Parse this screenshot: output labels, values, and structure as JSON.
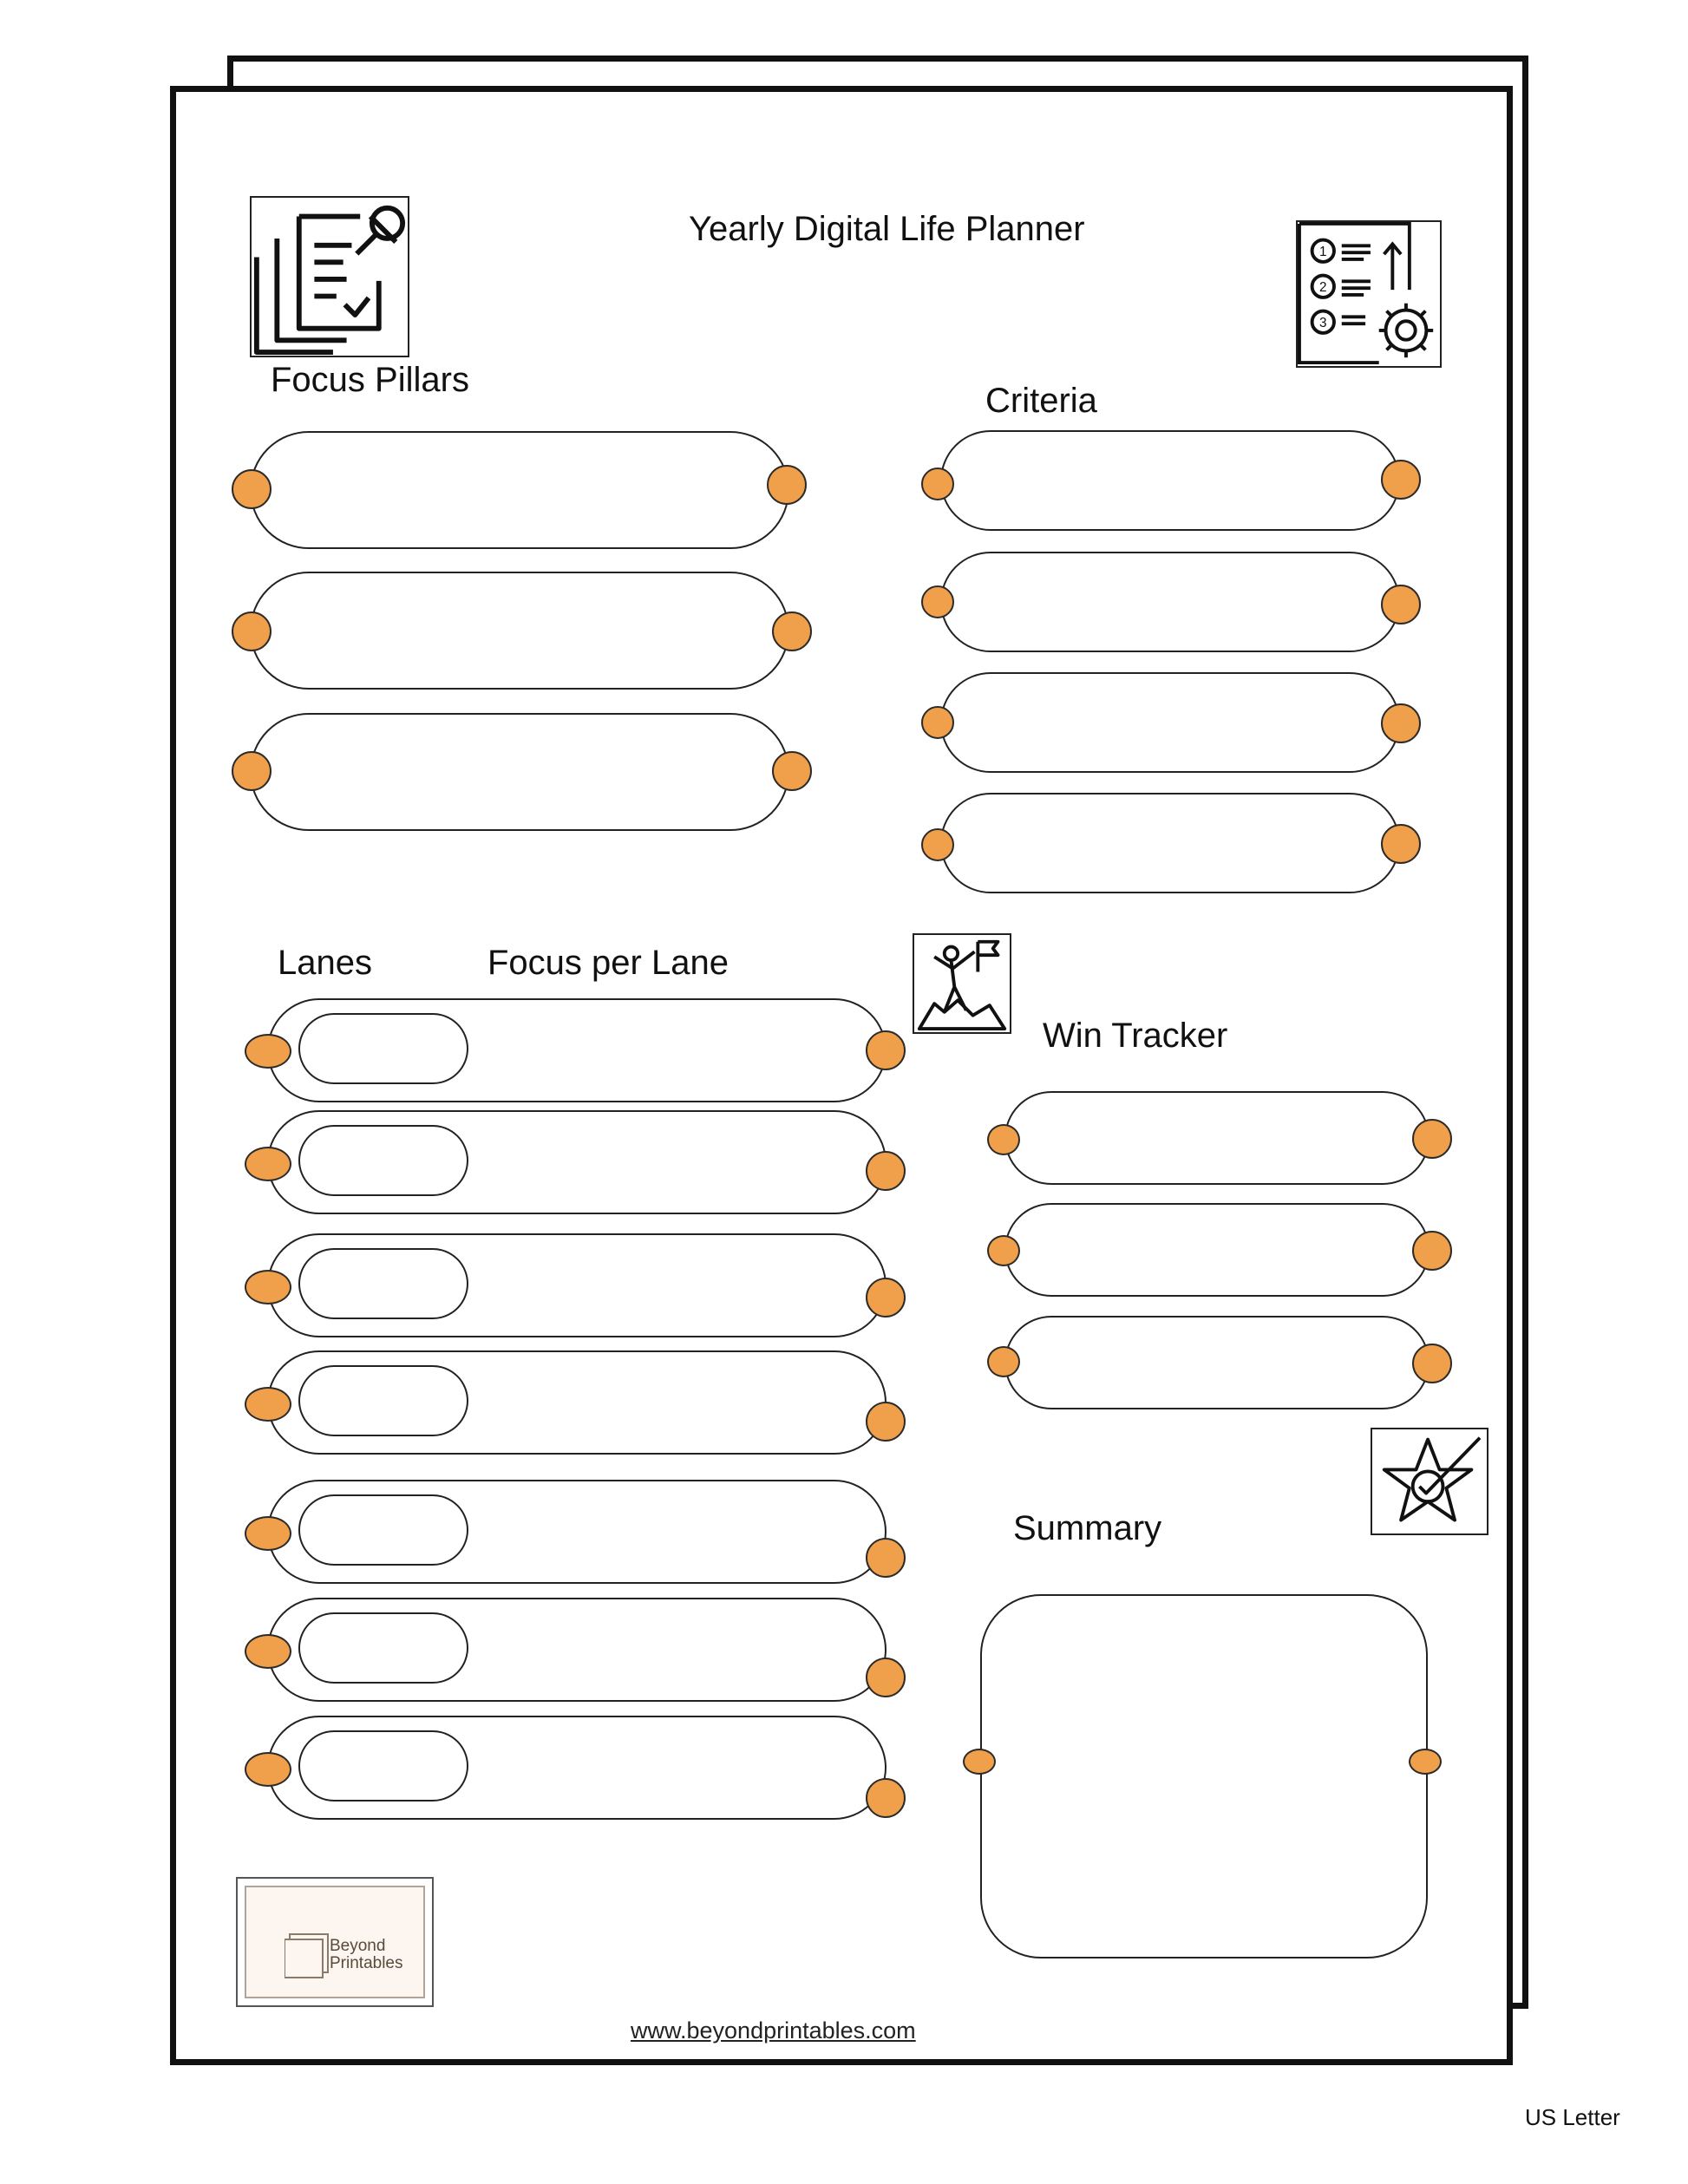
{
  "title": "Yearly Digital Life Planner",
  "sections": {
    "focus_pillars": "Focus Pillars",
    "criteria": "Criteria",
    "lanes": "Lanes",
    "focus_per_lane": "Focus per Lane",
    "win_tracker": "Win Tracker",
    "summary": "Summary"
  },
  "logo": {
    "line1": "Beyond",
    "line2": "Printables"
  },
  "url": "www.beyondprintables.com",
  "paper_size": "US Letter",
  "colors": {
    "accent": "#f0a04b",
    "stroke": "#222222",
    "logo_bg": "#fcf5f0"
  },
  "icons": [
    "documents-pin-icon",
    "steps-settings-icon",
    "mountain-climber-icon",
    "star-check-icon",
    "brand-logo-icon"
  ]
}
